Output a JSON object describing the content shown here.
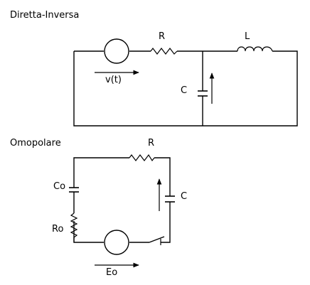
{
  "circuits": [
    {
      "title": "Diretta-Inversa",
      "labels": {
        "resistor": "R",
        "inductor": "L",
        "capacitor": "C",
        "source": "v(t)"
      }
    },
    {
      "title": "Omopolare",
      "labels": {
        "resistor": "R",
        "capacitor_series": "Co",
        "resistor_series": "Ro",
        "capacitor": "C",
        "source": "Eo"
      }
    }
  ]
}
